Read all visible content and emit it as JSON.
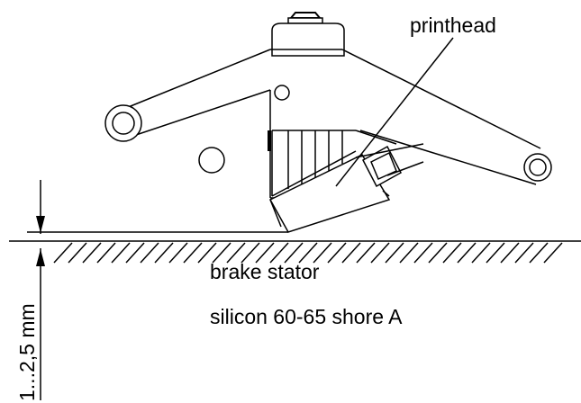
{
  "labels": {
    "printhead": "printhead",
    "brake_stator": "brake stator",
    "material": "silicon 60-65 shore A",
    "gap": "1...2,5 mm"
  }
}
